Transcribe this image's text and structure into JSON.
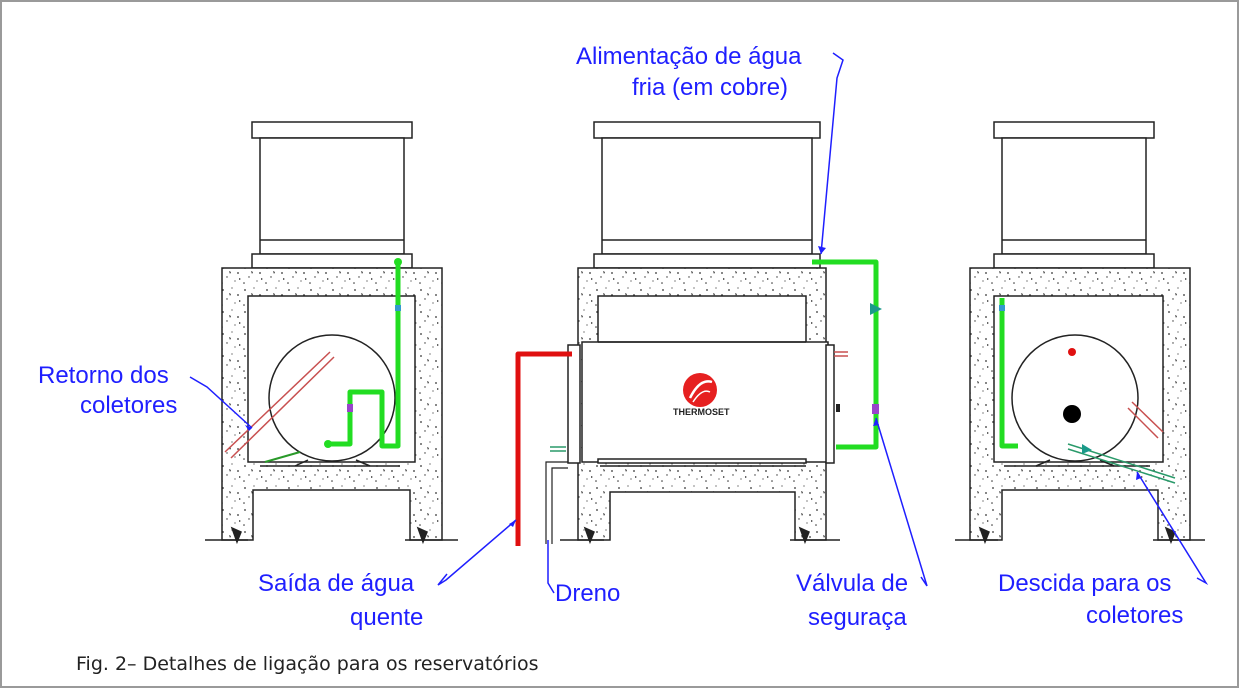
{
  "labels": {
    "alimentacao_line1": "Alimentação de água",
    "alimentacao_line2": "fria (em cobre)",
    "retorno_line1": "Retorno dos",
    "retorno_line2": "coletores",
    "saida_line1": "Saída de água",
    "saida_line2": "quente",
    "dreno": "Dreno",
    "valvula_line1": "Válvula de",
    "valvula_line2": "seguraça",
    "descida_line1": "Descida para os",
    "descida_line2": "coletores"
  },
  "brand": "THERMOSET",
  "caption": "Fig. 2– Detalhes de ligação para os reservatórios",
  "colors": {
    "label": "#1f1fff",
    "hot_pipe": "#e01010",
    "cold_pipe": "#22dd22",
    "leader": "#1f1fff",
    "concrete": "#222222"
  }
}
